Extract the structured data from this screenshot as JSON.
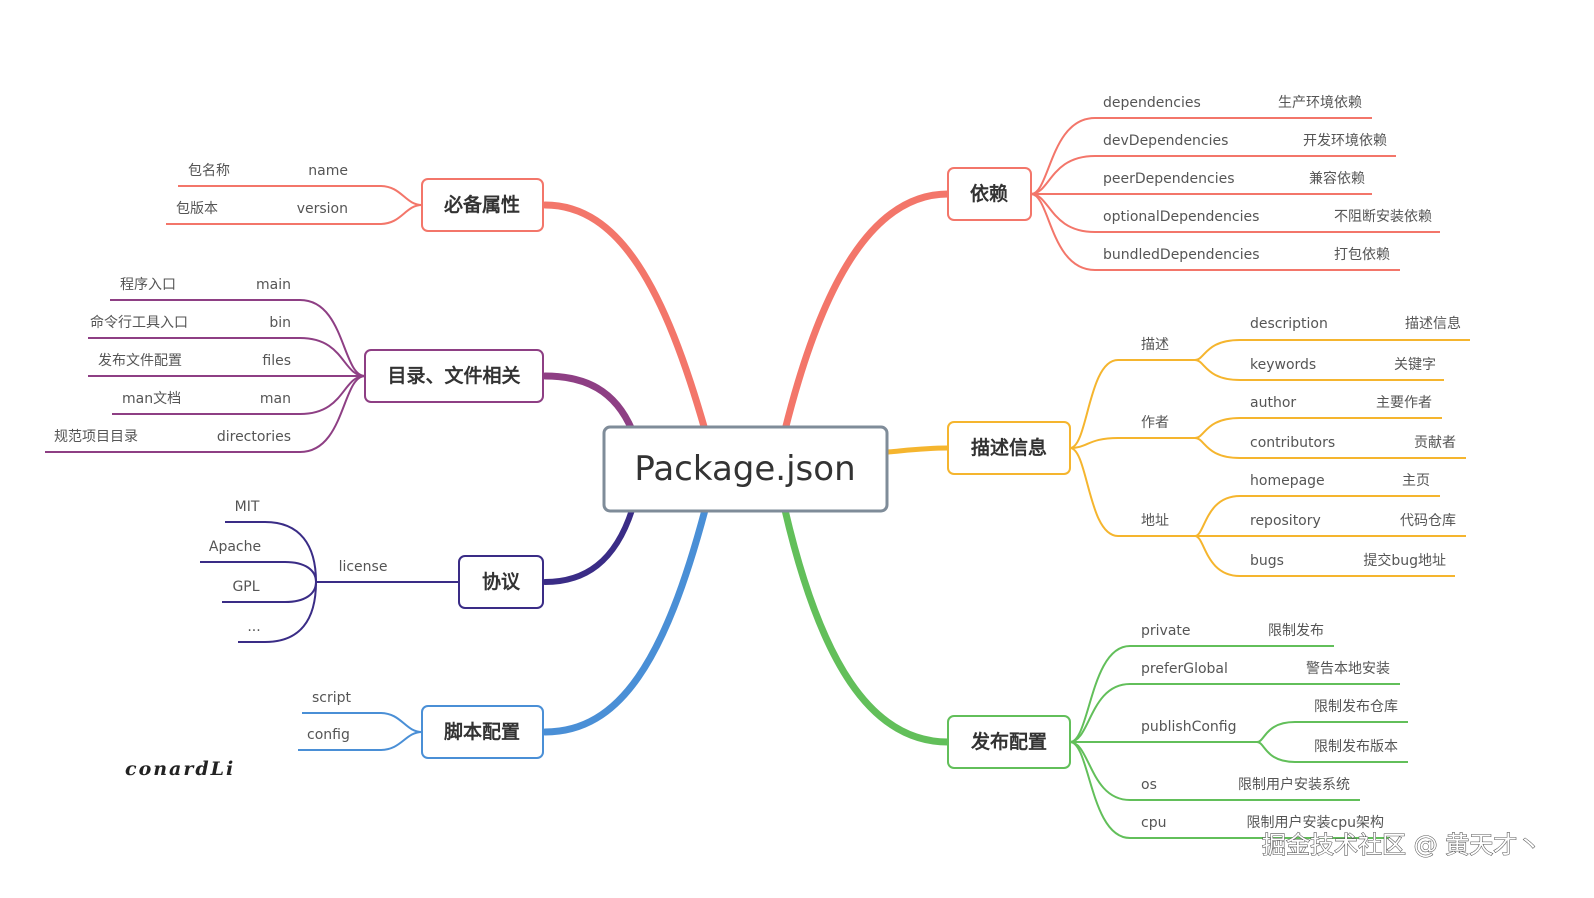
{
  "center": "Package.json",
  "colors": {
    "red": "#f3766a",
    "purple": "#8e3f84",
    "indigo": "#3a2c86",
    "blue": "#4a8fd6",
    "orange": "#f5b52e",
    "green": "#62bf5a",
    "center_border": "#7f8c99"
  },
  "branches": {
    "required": {
      "title": "必备属性",
      "items": [
        {
          "key": "name",
          "desc": "包名称"
        },
        {
          "key": "version",
          "desc": "包版本"
        }
      ]
    },
    "dirs": {
      "title": "目录、文件相关",
      "items": [
        {
          "key": "main",
          "desc": "程序入口"
        },
        {
          "key": "bin",
          "desc": "命令行工具入口"
        },
        {
          "key": "files",
          "desc": "发布文件配置"
        },
        {
          "key": "man",
          "desc": "man文档"
        },
        {
          "key": "directories",
          "desc": "规范项目目录"
        }
      ]
    },
    "license": {
      "title": "协议",
      "key": "license",
      "items": [
        "MIT",
        "Apache",
        "GPL",
        "..."
      ]
    },
    "scripts": {
      "title": "脚本配置",
      "items": [
        "script",
        "config"
      ]
    },
    "deps": {
      "title": "依赖",
      "items": [
        {
          "key": "dependencies",
          "desc": "生产环境依赖"
        },
        {
          "key": "devDependencies",
          "desc": "开发环境依赖"
        },
        {
          "key": "peerDependencies",
          "desc": "兼容依赖"
        },
        {
          "key": "optionalDependencies",
          "desc": "不阻断安装依赖"
        },
        {
          "key": "bundledDependencies",
          "desc": "打包依赖"
        }
      ]
    },
    "describe": {
      "title": "描述信息",
      "groups": [
        {
          "label": "描述",
          "items": [
            {
              "key": "description",
              "desc": "描述信息"
            },
            {
              "key": "keywords",
              "desc": "关键字"
            }
          ]
        },
        {
          "label": "作者",
          "items": [
            {
              "key": "author",
              "desc": "主要作者"
            },
            {
              "key": "contributors",
              "desc": "贡献者"
            }
          ]
        },
        {
          "label": "地址",
          "items": [
            {
              "key": "homepage",
              "desc": "主页"
            },
            {
              "key": "repository",
              "desc": "代码仓库"
            },
            {
              "key": "bugs",
              "desc": "提交bug地址"
            }
          ]
        }
      ]
    },
    "publish": {
      "title": "发布配置",
      "items": [
        {
          "key": "private",
          "desc": "限制发布"
        },
        {
          "key": "preferGlobal",
          "desc": "警告本地安装"
        },
        {
          "key": "publishConfig",
          "subs": [
            "限制发布仓库",
            "限制发布版本"
          ]
        },
        {
          "key": "os",
          "desc": "限制用户安装系统"
        },
        {
          "key": "cpu",
          "desc": "限制用户安装cpu架构"
        }
      ]
    }
  },
  "signature": "conardLi",
  "watermark": "掘金技术社区 @ 黄天才丶"
}
